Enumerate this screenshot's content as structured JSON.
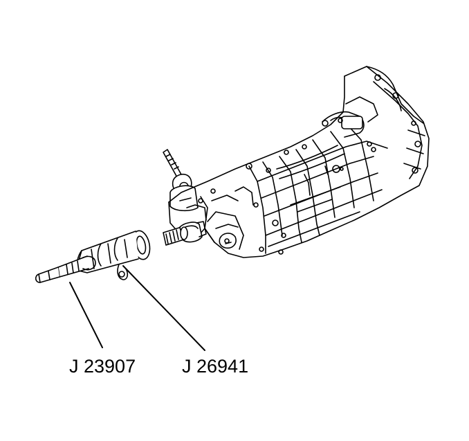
{
  "illustration": {
    "subject": "transmission-with-special-tools",
    "line_color": "#000000",
    "background_color": "#ffffff"
  },
  "callouts": [
    {
      "label": "J 23907"
    },
    {
      "label": "J 26941"
    }
  ]
}
